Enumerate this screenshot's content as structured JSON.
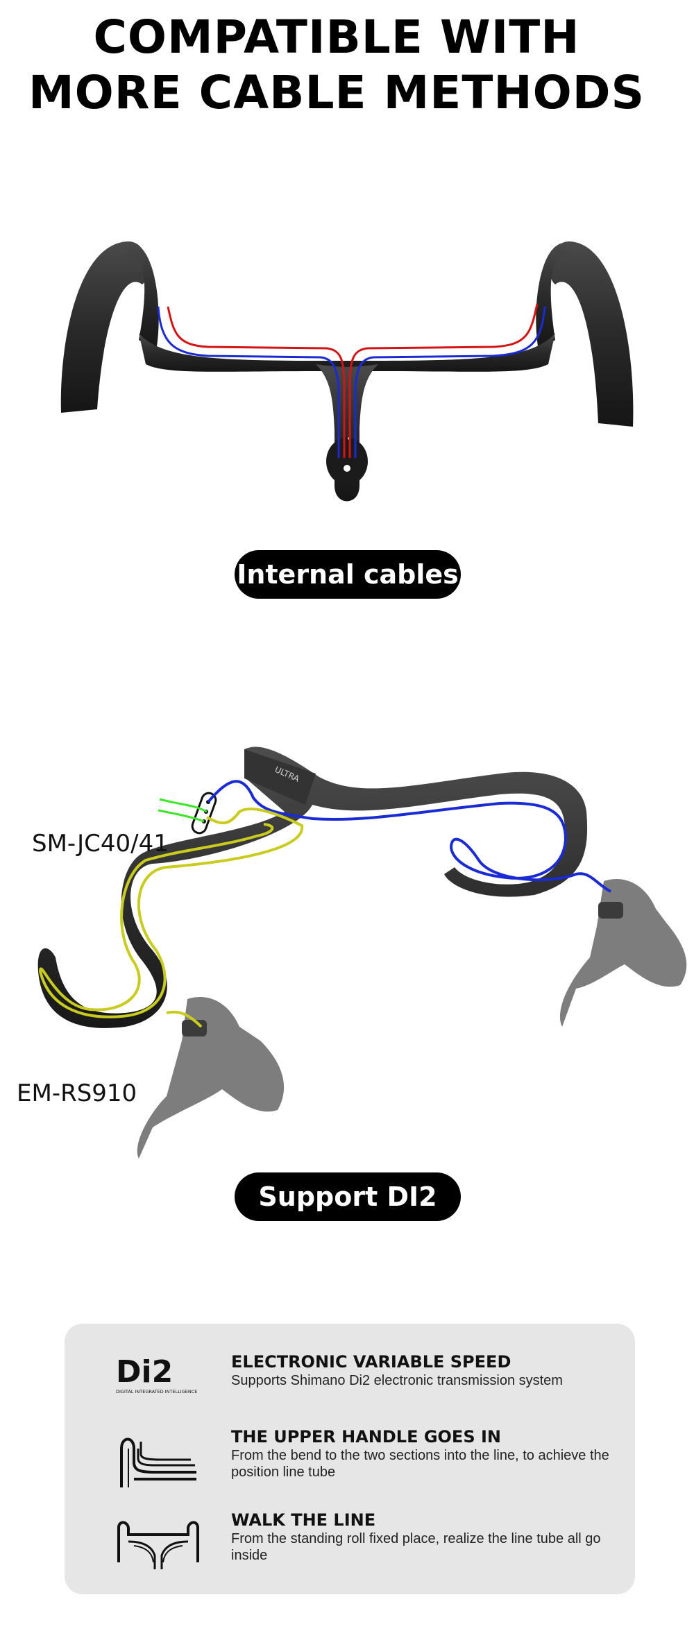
{
  "headline": {
    "line1": "COMPATIBLE WITH",
    "line2": "MORE CABLE METHODS"
  },
  "section_internal": {
    "badge": "Internal cables"
  },
  "section_di2": {
    "label_junction": "SM-JC40/41",
    "label_port": "EM-RS910",
    "badge": "Support DI2",
    "bar_brand": "ULTRA"
  },
  "features": [
    {
      "icon": "di2-logo-icon",
      "logo_text": "Di2",
      "logo_sub": "DIGITAL INTEGRATED INTELLIGENCE",
      "title": "ELECTRONIC VARIABLE SPEED",
      "desc": "Supports Shimano Di2 electronic transmission system"
    },
    {
      "icon": "bend-routing-icon",
      "title": "THE UPPER HANDLE GOES IN",
      "desc": "From the bend to the two sections into the line, to achieve the position line tube"
    },
    {
      "icon": "handlebar-routing-icon",
      "title": "WALK THE LINE",
      "desc": "From the standing roll fixed place, realize the line tube all go inside"
    }
  ],
  "colors": {
    "cable_red": "#d41414",
    "cable_blue": "#1a2bd4",
    "cable_yellow": "#c9cc1e",
    "cable_green": "#3ee62a",
    "carbon": "#2b2b2b",
    "lever": "#7d7d7d",
    "panel": "#e6e6e6"
  }
}
